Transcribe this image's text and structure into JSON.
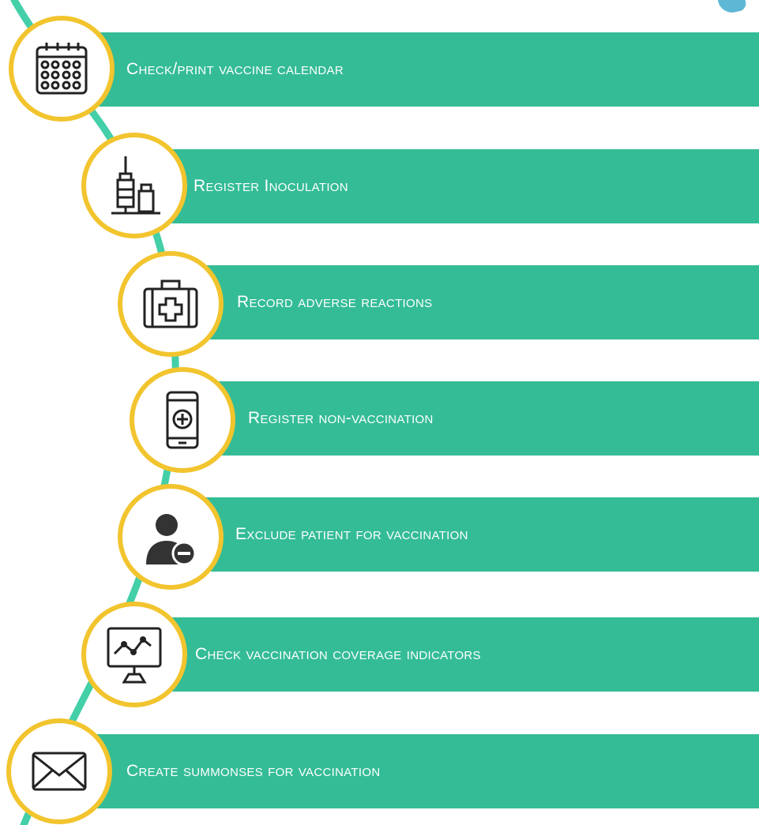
{
  "colors": {
    "bar": "#34bc96",
    "ring": "#f2c42e",
    "arc": "#43cfa8",
    "icon": "#222222"
  },
  "items": [
    {
      "label": "Check/print vaccine calendar",
      "icon": "calendar-icon"
    },
    {
      "label": "Register Inoculation",
      "icon": "syringe-vial-icon"
    },
    {
      "label": "Record adverse reactions",
      "icon": "first-aid-kit-icon"
    },
    {
      "label": "Register non-vaccination",
      "icon": "mobile-plus-icon"
    },
    {
      "label": "Exclude patient for vaccination",
      "icon": "user-minus-icon"
    },
    {
      "label": "Check vaccination coverage indicators",
      "icon": "monitor-chart-icon"
    },
    {
      "label": "Create summonses for vaccination",
      "icon": "envelope-icon"
    }
  ]
}
